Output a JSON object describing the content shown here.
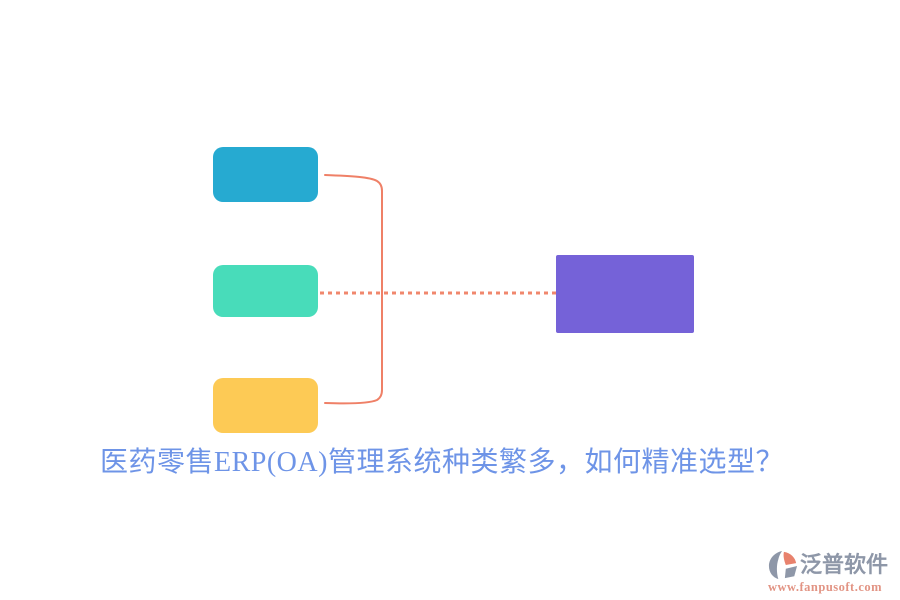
{
  "diagram": {
    "title": "医药零售ERP(OA)管理系统种类繁多，如何精准选型？",
    "title_color": "#6e94e7",
    "nodes": [
      {
        "id": "topic-top",
        "color": "#26aad1"
      },
      {
        "id": "topic-middle",
        "color": "#48dcba"
      },
      {
        "id": "topic-bottom",
        "color": "#fdca55"
      },
      {
        "id": "main-right",
        "color": "#7562d8"
      }
    ],
    "connector": {
      "bracket_color": "#ef8067",
      "dotted_color": "#f0876d"
    }
  },
  "watermark": {
    "brand": "泛普软件",
    "url": "www.fanpusoft.com",
    "brand_color": "#8e97a8",
    "url_color": "#e29484",
    "icon_gray": "#8e97a8",
    "icon_accent": "#e8826d"
  }
}
